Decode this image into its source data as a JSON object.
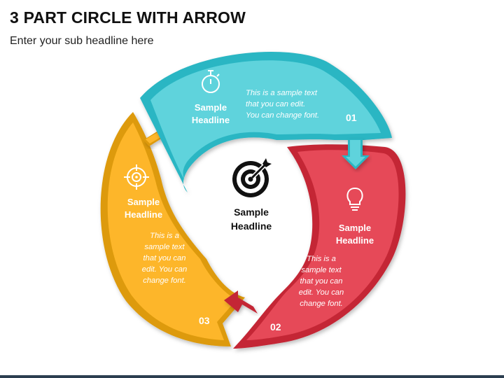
{
  "title": "3 PART CIRCLE WITH ARROW",
  "subtitle": "Enter your sub headline here",
  "center": {
    "headline": [
      "Sample",
      "Headline"
    ],
    "icon": "target-icon"
  },
  "segments": [
    {
      "number": "01",
      "headline": [
        "Sample",
        "Headline"
      ],
      "text": [
        "This is a sample text",
        "that you can edit.",
        "You can change font."
      ],
      "icon": "stopwatch-icon",
      "color": "#5ed3dc",
      "border": "#2ab6c3"
    },
    {
      "number": "02",
      "headline": [
        "Sample",
        "Headline"
      ],
      "text": [
        "This is a",
        "sample text",
        "that you can",
        "edit. You can",
        "change font."
      ],
      "icon": "lightbulb-icon",
      "color": "#e64a58",
      "border": "#c42736"
    },
    {
      "number": "03",
      "headline": [
        "Sample",
        "Headline"
      ],
      "text": [
        "This is a",
        "sample text",
        "that you can",
        "edit. You can",
        "change font."
      ],
      "icon": "crosshair-icon",
      "color": "#fdb62a",
      "border": "#dd9a09"
    }
  ]
}
